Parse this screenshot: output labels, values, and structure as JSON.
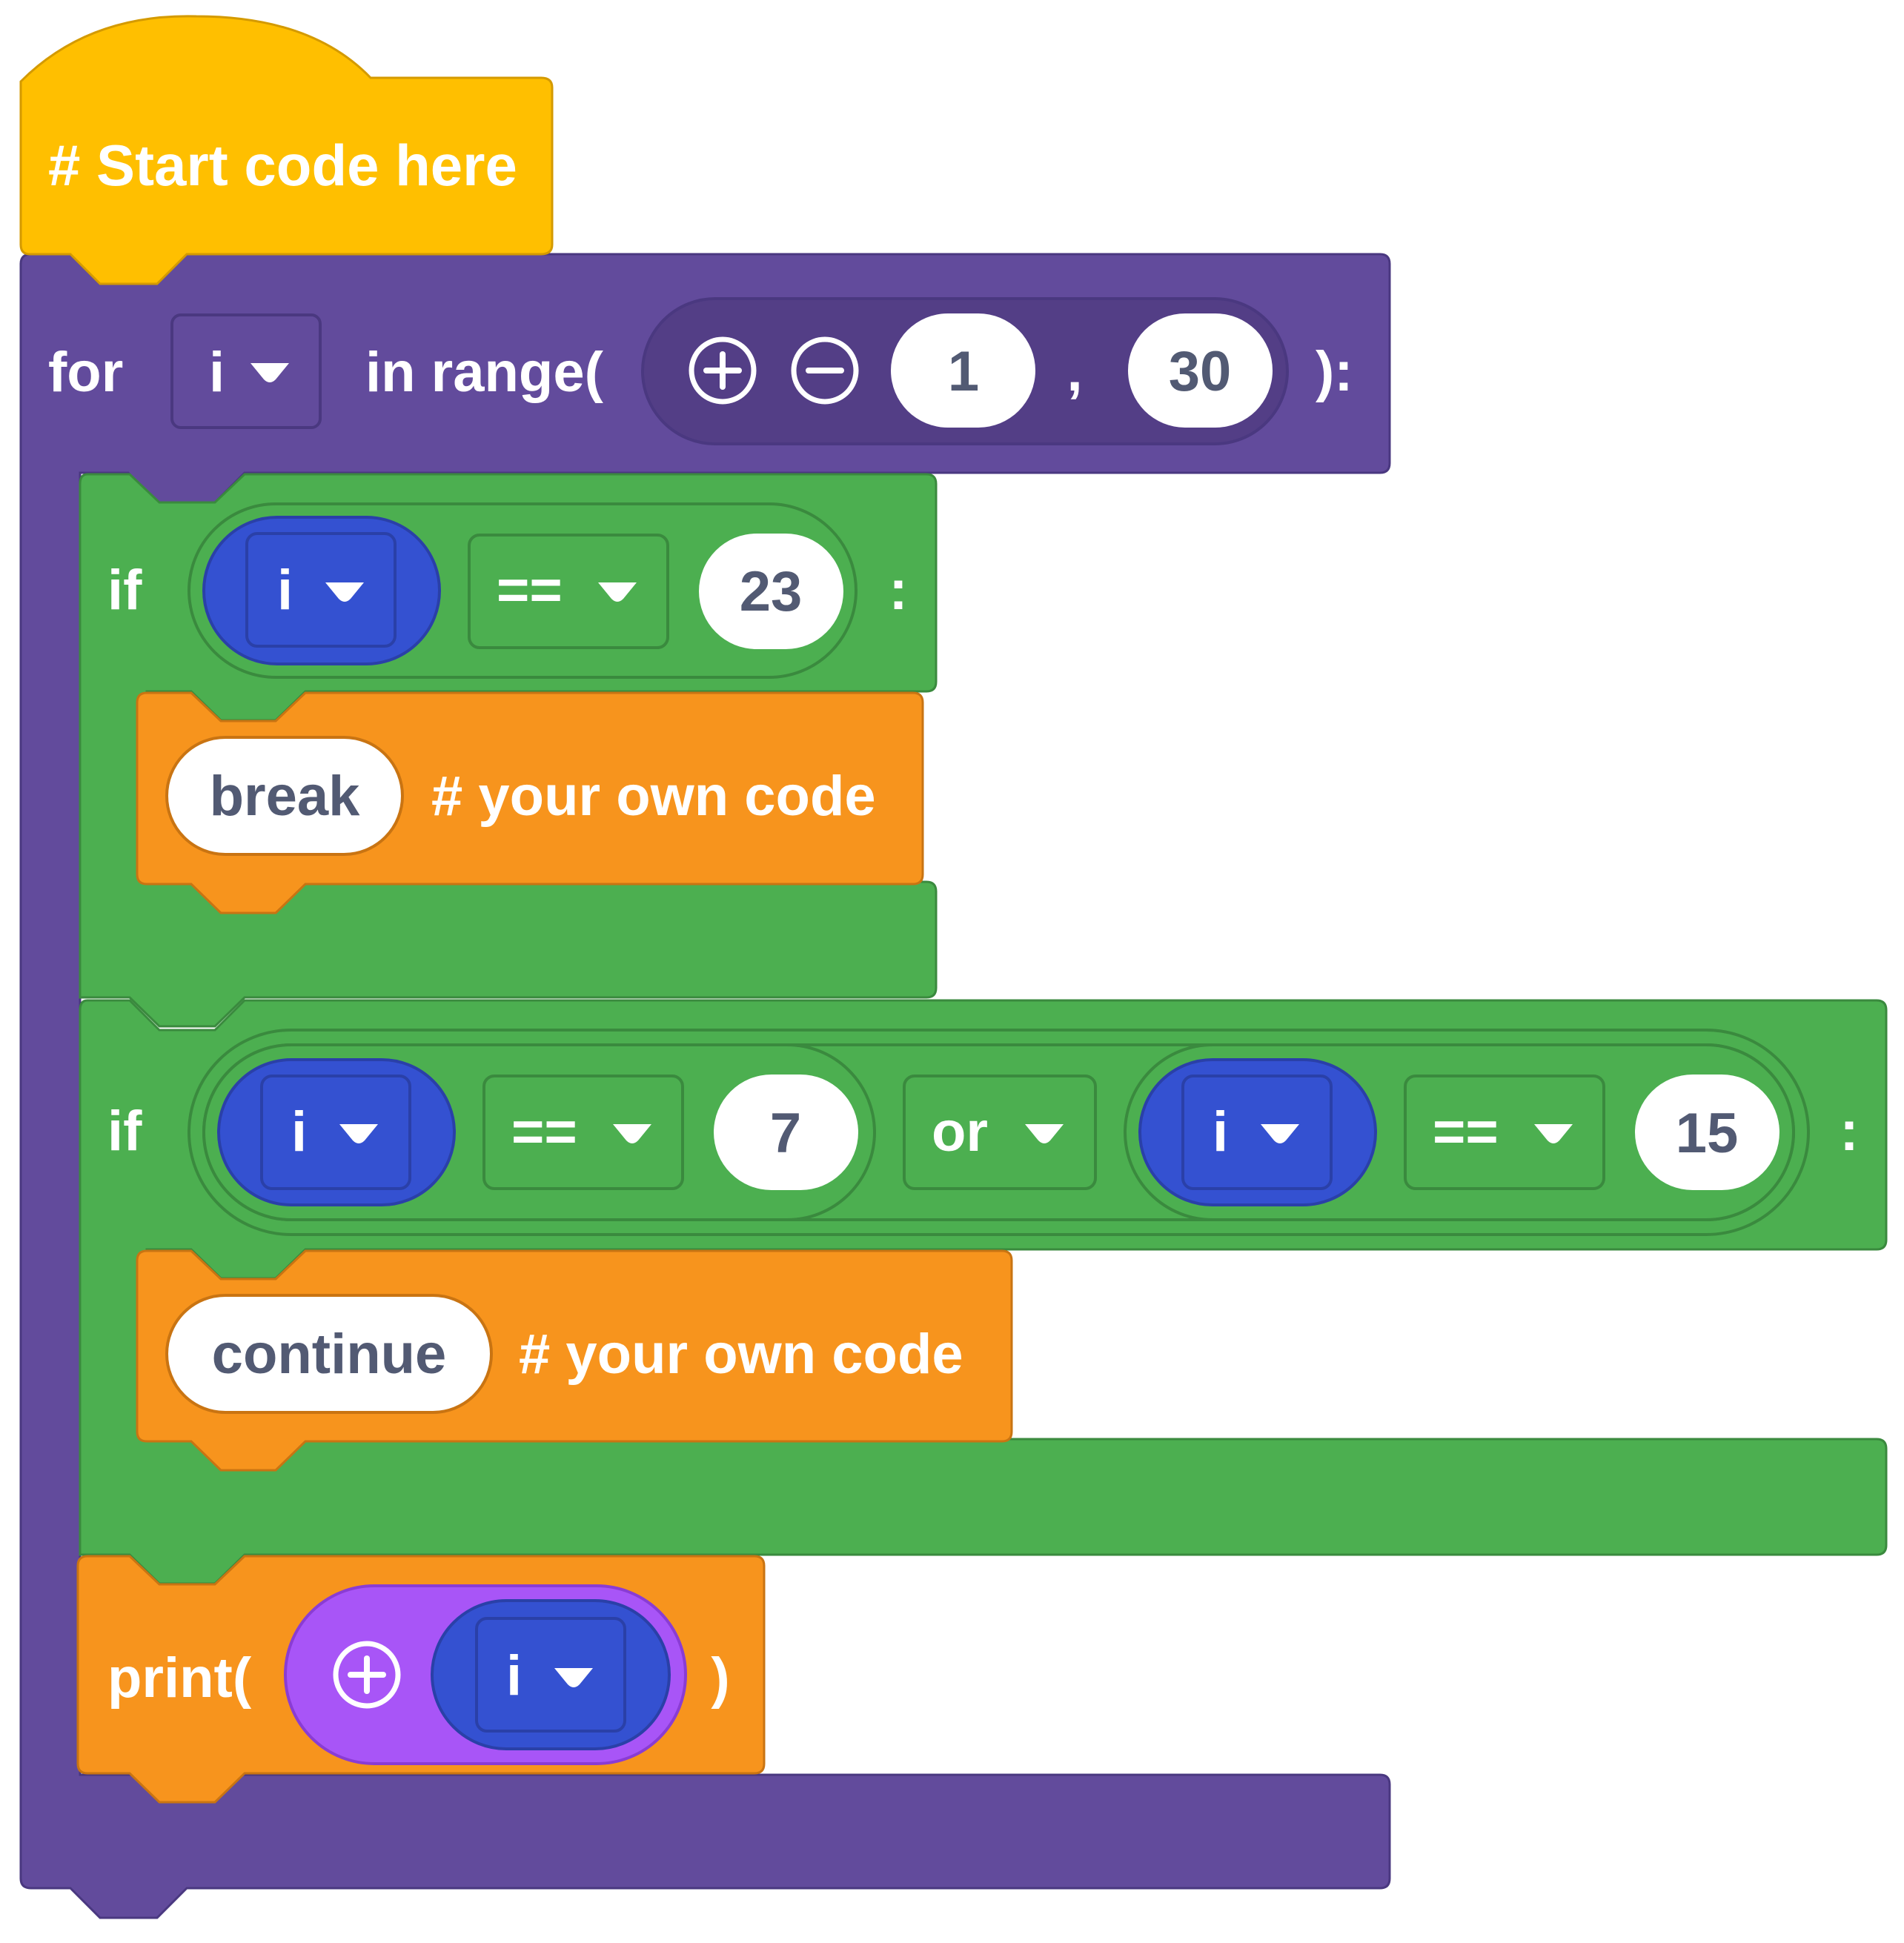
{
  "hat_block": {
    "label": "# Start code here"
  },
  "for_block": {
    "keyword": "for",
    "variable": "i",
    "in_range_label": "in range(",
    "plus_icon": "plus-circle-icon",
    "minus_icon": "minus-circle-icon",
    "start_value": "1",
    "comma": ",",
    "end_value": "30",
    "close_label": "):"
  },
  "if_block_1": {
    "keyword": "if",
    "variable": "i",
    "operator": "==",
    "value": "23",
    "colon": ":",
    "body": {
      "statement": "break",
      "comment": "# your own code"
    }
  },
  "if_block_2": {
    "keyword": "if",
    "left": {
      "variable": "i",
      "operator": "==",
      "value": "7"
    },
    "logic_operator": "or",
    "right": {
      "variable": "i",
      "operator": "==",
      "value": "15"
    },
    "colon": ":",
    "body": {
      "statement": "continue",
      "comment": "# your own code"
    }
  },
  "print_block": {
    "label": "print(",
    "plus_icon": "plus-circle-icon",
    "variable": "i",
    "close_label": ")"
  },
  "colors": {
    "hat": "#FFBF00",
    "loop": "#624B9C",
    "loop_dark": "#533E86",
    "logic": "#4CAF50",
    "statement": "#F7941D",
    "variable": "#3451D1",
    "text_tuple": "#A855F7",
    "value_text": "#525A73"
  }
}
